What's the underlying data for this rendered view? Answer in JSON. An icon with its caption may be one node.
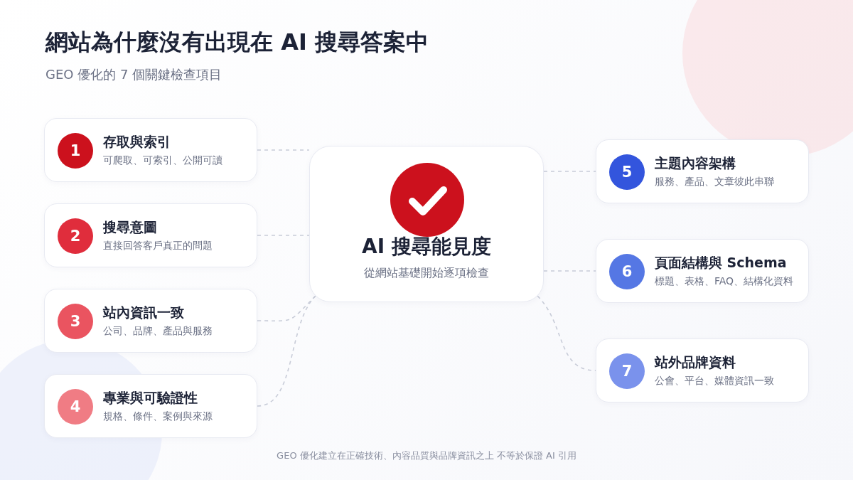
{
  "diagram": {
    "title": "網站為什麼沒有出現在 AI 搜尋答案中",
    "nodes": [
      {
        "text": [
          "1",
          "存取與索引",
          "可爬取、可索引、公開可讀"
        ]
      },
      {
        "text": [
          "2",
          "搜尋意圖",
          "直接回答客戶真正的問題"
        ]
      },
      {
        "text": [
          "3",
          "站內資訊一致",
          "公司、品牌、產品與服務"
        ]
      },
      {
        "text": [
          "4",
          "專業與可驗證性",
          "規格、條件、案例與來源"
        ]
      },
      {
        "text": [
          "AI 搜尋能見度",
          "從網站基礎開始逐項檢查"
        ]
      },
      {
        "text": [
          "5",
          "主題內容架構",
          "服務、產品、文章彼此串聯"
        ]
      },
      {
        "text": [
          "6",
          "頁面結構與 Schema",
          "標題、表格、FAQ、結構化資料"
        ]
      },
      {
        "text": [
          "7",
          "站外品牌資料",
          "公會、平台、媒體資訊一致"
        ]
      }
    ],
    "edges": [
      {
        "from": 0,
        "to": 4,
        "arrow": "none",
        "style": "dashed"
      },
      {
        "from": 1,
        "to": 4,
        "arrow": "none",
        "style": "dashed"
      },
      {
        "from": 2,
        "to": 4,
        "arrow": "none",
        "style": "dashed"
      },
      {
        "from": 3,
        "to": 4,
        "arrow": "none",
        "style": "dashed"
      },
      {
        "from": 4,
        "to": 5,
        "arrow": "none",
        "style": "dashed"
      },
      {
        "from": 4,
        "to": 6,
        "arrow": "none",
        "style": "dashed"
      },
      {
        "from": 4,
        "to": 7,
        "arrow": "none",
        "style": "dashed"
      }
    ],
    "labels": [
      "GEO 優化的 7 個關鍵檢查項目",
      "GEO 優化建立在正確技術、內容品質與品牌資訊之上 不等於保證 AI 引用"
    ]
  }
}
